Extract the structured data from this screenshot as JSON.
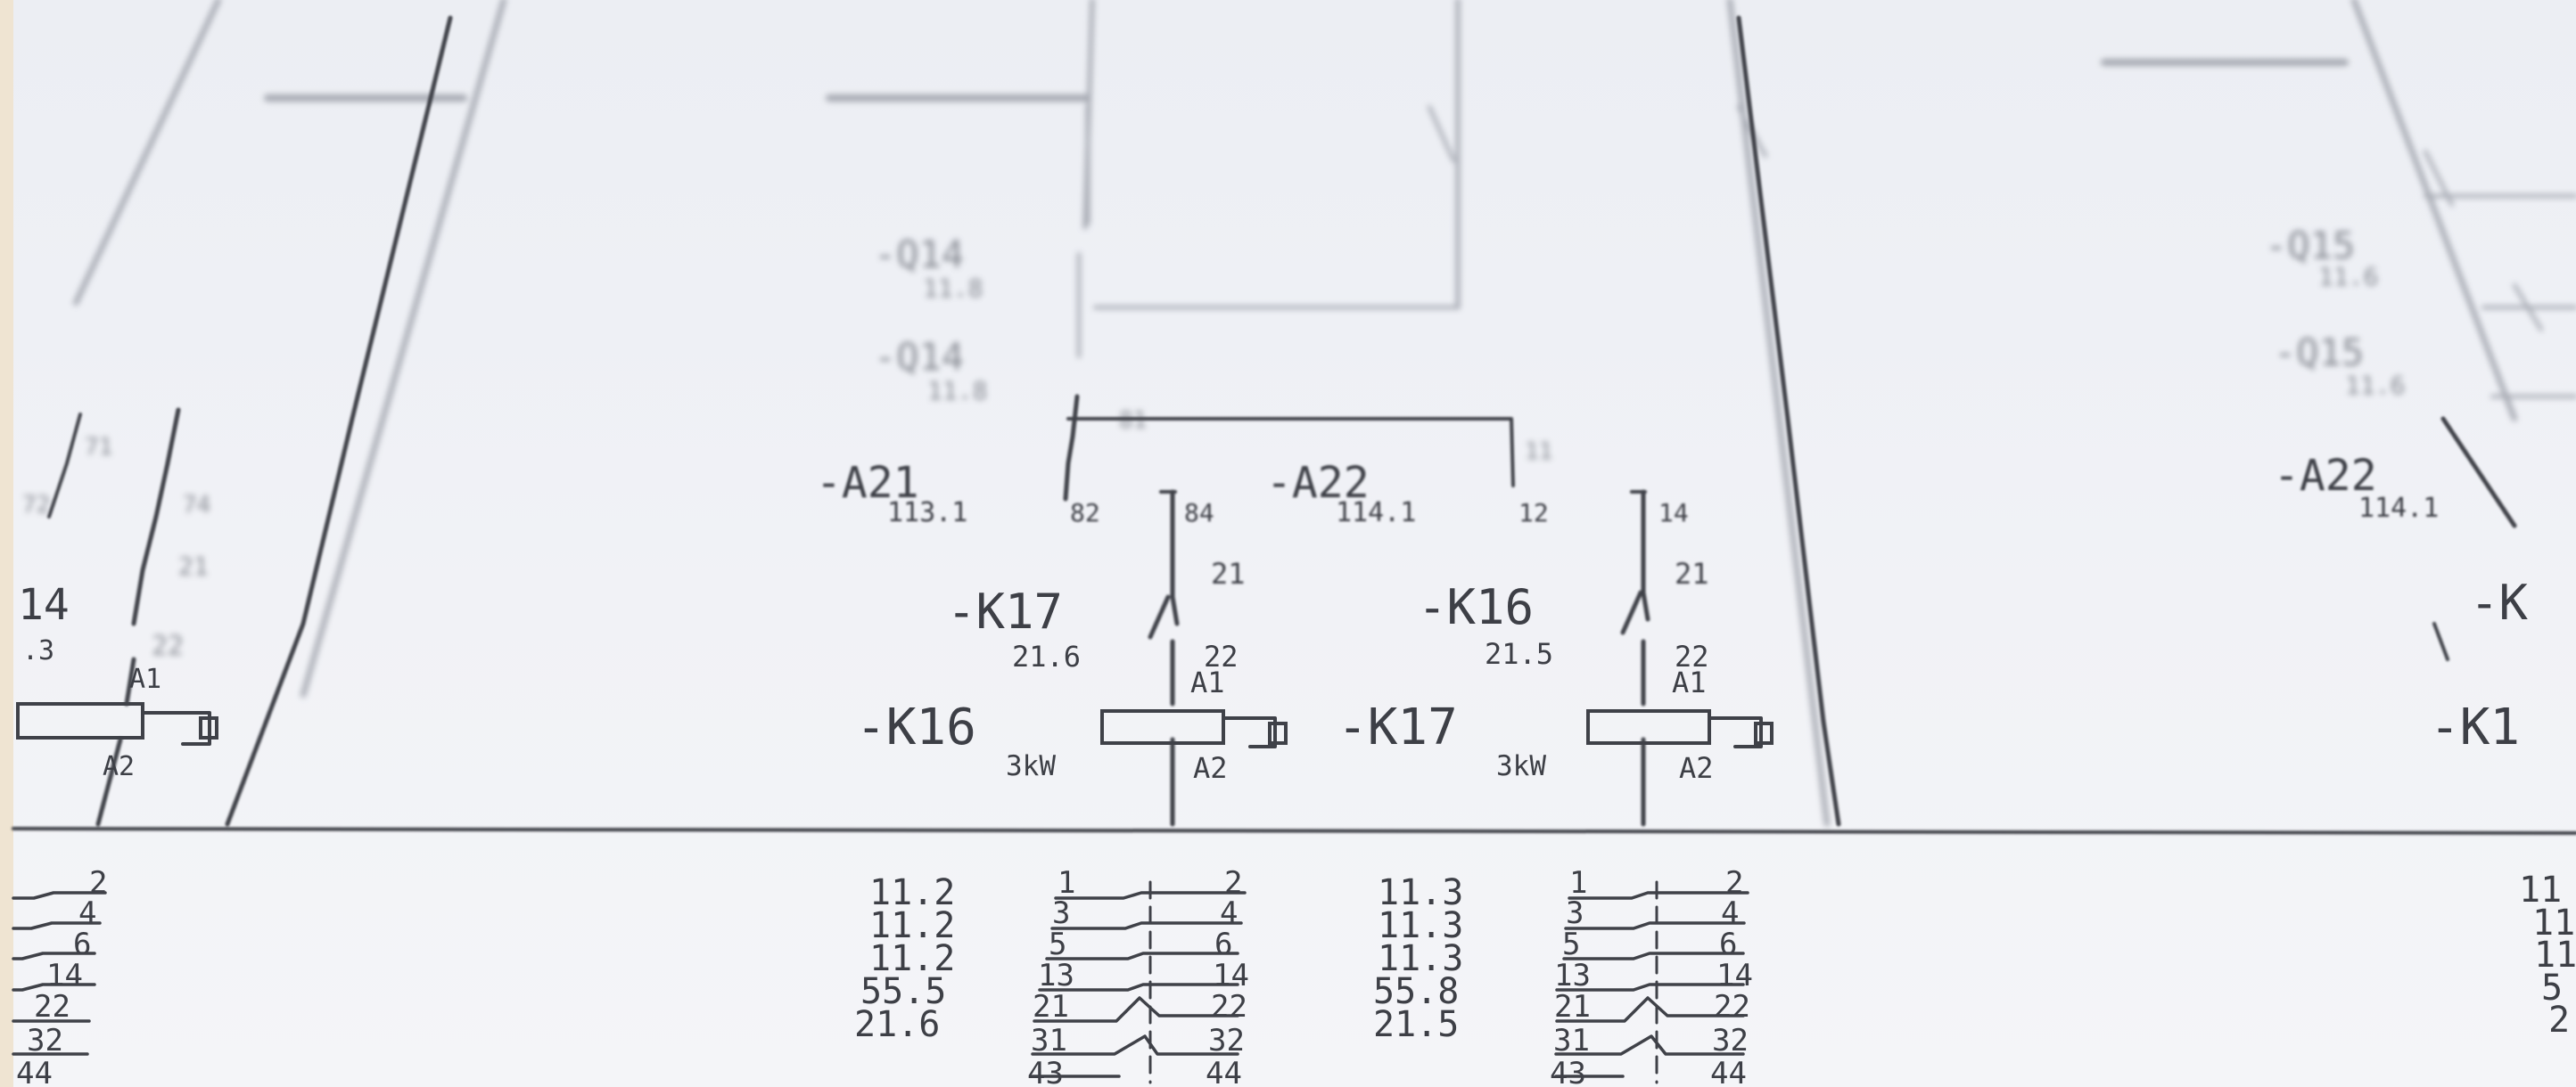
{
  "scene": {
    "subject": "electrical-schematic-photo",
    "accent": "#3f4148",
    "paper": "#f1f2f6"
  },
  "top_labels": {
    "q14_a": "-Q14",
    "q14_a_ref": "11.8",
    "q14_b": "-Q14",
    "q14_b_ref": "11.8",
    "q15_a": "-Q15",
    "q15_a_ref": "11.6",
    "q15_b": "-Q15",
    "q15_b_ref": "11.6",
    "left_contact_top": "71",
    "left_contact_72": "72",
    "left_contact_74": "74",
    "left_contact_21": "21",
    "left_contact_22": "22"
  },
  "schematic": {
    "a21_label": "-A21",
    "a21_ref": "113.1",
    "a21_pin_81": "81",
    "a21_pin_82": "82",
    "a21_pin_84": "84",
    "a22_label": "-A22",
    "a22_ref": "114.1",
    "a22_pin_11": "11",
    "a22_pin_12": "12",
    "a22_pin_14": "14",
    "a22_right_label": "-A22",
    "a22_right_ref": "114.1",
    "k17_label": "-K17",
    "k17_ref": "21.6",
    "k17_pin_21": "21",
    "k17_pin_22": "22",
    "k16_label": "-K16",
    "k16_ref": "21.5",
    "k16_pin_21": "21",
    "k16_pin_22": "22",
    "k16_coil_label": "-K16",
    "k16_coil_power": "3kW",
    "k16_coil_a1": "A1",
    "k16_coil_a2": "A2",
    "k17_coil_label": "-K17",
    "k17_coil_power": "3kW",
    "k17_coil_a1": "A1",
    "k17_coil_a2": "A2",
    "left_coil_label": "14",
    "left_coil_ref": ".3",
    "left_coil_a1": "A1",
    "left_coil_a2": "A2",
    "right_k_label": "-K1",
    "right_k_top": "-K"
  },
  "contact_table_left": {
    "refs": [
      "11.2",
      "11.2",
      "11.2",
      "55.5",
      "21.6"
    ],
    "left_pins": [
      "1",
      "3",
      "5",
      "13",
      "21",
      "31",
      "43"
    ],
    "right_pins": [
      "2",
      "4",
      "6",
      "14",
      "22",
      "32",
      "44"
    ]
  },
  "contact_table_middle": {
    "refs": [
      "11.3",
      "11.3",
      "11.3",
      "55.8",
      "21.5"
    ],
    "left_pins": [
      "1",
      "3",
      "5",
      "13",
      "21",
      "31",
      "43"
    ],
    "right_pins": [
      "2",
      "4",
      "6",
      "14",
      "22",
      "32",
      "44"
    ]
  },
  "contact_table_far_left": {
    "right_pins": [
      "2",
      "4",
      "6",
      "14",
      "22",
      "32",
      "44"
    ]
  },
  "contact_table_right": {
    "refs": [
      "11",
      "11",
      "11",
      "5",
      "2"
    ]
  }
}
